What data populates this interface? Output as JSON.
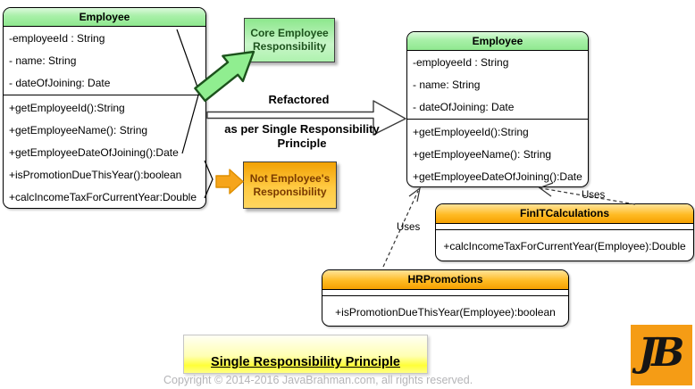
{
  "left_class": {
    "name": "Employee",
    "attributes": [
      "-employeeId : String",
      "- name: String",
      "- dateOfJoining: Date"
    ],
    "methods": [
      "+getEmployeeId():String",
      "+getEmployeeName(): String",
      "+getEmployeeDateOfJoining():Date",
      "+isPromotionDueThisYear():boolean",
      "+calcIncomeTaxForCurrentYear:Double"
    ]
  },
  "right_class": {
    "name": "Employee",
    "attributes": [
      "-employeeId : String",
      "- name: String",
      "- dateOfJoining: Date"
    ],
    "methods": [
      "+getEmployeeId():String",
      "+getEmployeeName(): String",
      "+getEmployeeDateOfJoining():Date"
    ]
  },
  "finit_class": {
    "name": "FinITCalculations",
    "methods": [
      "+calcIncomeTaxForCurrentYear(Employee):Double"
    ]
  },
  "hr_class": {
    "name": "HRPromotions",
    "methods": [
      "+isPromotionDueThisYear(Employee):boolean"
    ]
  },
  "notes": {
    "core": {
      "lines": [
        "Core Employee",
        "Responsibility"
      ]
    },
    "noncore": {
      "lines": [
        "Not Employee's",
        "Responsibility"
      ]
    }
  },
  "labels": {
    "refactored_line1": "Refactored",
    "refactored_line2": "as per Single Responsibility",
    "refactored_line3": "Principle",
    "uses_hr": "Uses",
    "uses_finit": "Uses"
  },
  "footer": {
    "title": "Single Responsibility Principle",
    "copyright": "Copyright © 2014-2016 JavaBrahman.com, all rights reserved."
  },
  "logo": {
    "text": "JB"
  },
  "colors": {
    "class_header_green": "#8FE88F",
    "class_header_orange": "#F5A000",
    "note_green": "#8CE78C",
    "note_orange": "#F2A104",
    "note_green_text": "#1D531D",
    "note_orange_text": "#7A3A00",
    "title_yellow": "#FFFF38",
    "logo_orange": "#F59C15",
    "copyright_gray": "#B5B5B8",
    "connector": "#333333"
  }
}
